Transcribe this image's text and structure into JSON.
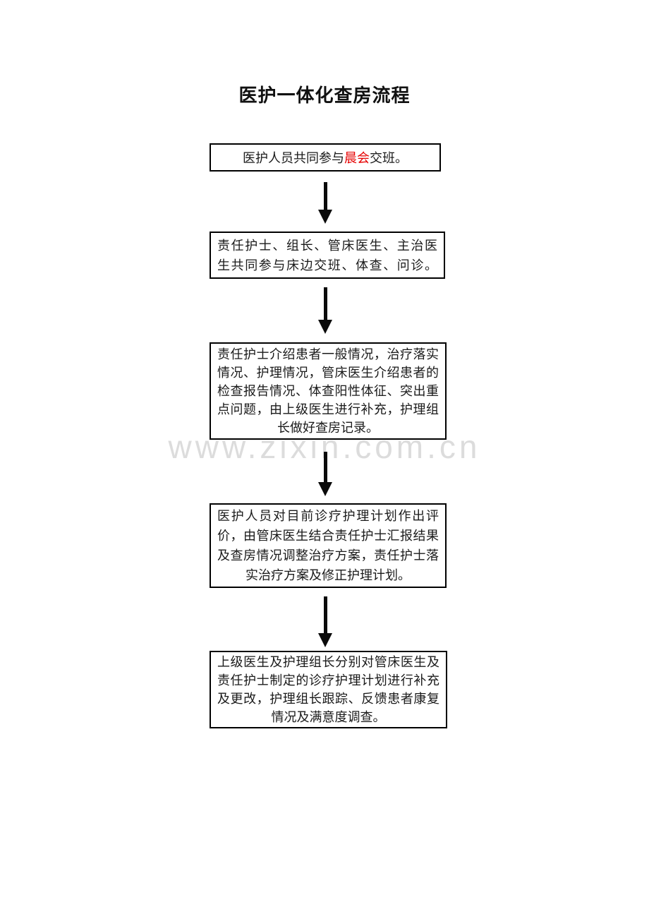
{
  "title": "医护一体化查房流程",
  "watermark": "www.zixin.com.cn",
  "colors": {
    "box_border": "#000000",
    "text": "#1a1a1a",
    "highlight_red": "#e60000",
    "watermark_gray": "#dcdcdc",
    "arrow": "#0a0a0a",
    "background": "#ffffff"
  },
  "flowchart": {
    "boxes": [
      {
        "id": "step-1",
        "segments": {
          "prefix": "医护人员共同参与",
          "highlight": "晨会",
          "suffix": "交班。"
        }
      },
      {
        "id": "step-2",
        "lines": [
          "责任护士、组长、管床医生、主治医",
          "生共同参与床边交班、体查、问诊。"
        ]
      },
      {
        "id": "step-3",
        "lines": [
          "责任护士介绍患者一般情况，治疗落实",
          "情况、护理情况，管床医生介绍患者的",
          "检查报告情况、体查阳性体征、突出重",
          "点问题，由上级医生进行补充，护理组",
          "长做好查房记录。"
        ]
      },
      {
        "id": "step-4",
        "lines": [
          "医护人员对目前诊疗护理计划作出评",
          "价，由管床医生结合责任护士汇报结果",
          "及查房情况调整治疗方案，责任护士落",
          "实治疗方案及修正护理计划。"
        ]
      },
      {
        "id": "step-5",
        "lines": [
          "上级医生及护理组长分别对管床医生及",
          "责任护士制定的诊疗护理计划进行补充",
          "及更改，护理组长跟踪、反馈患者康复",
          "情况及满意度调查。"
        ]
      }
    ]
  }
}
